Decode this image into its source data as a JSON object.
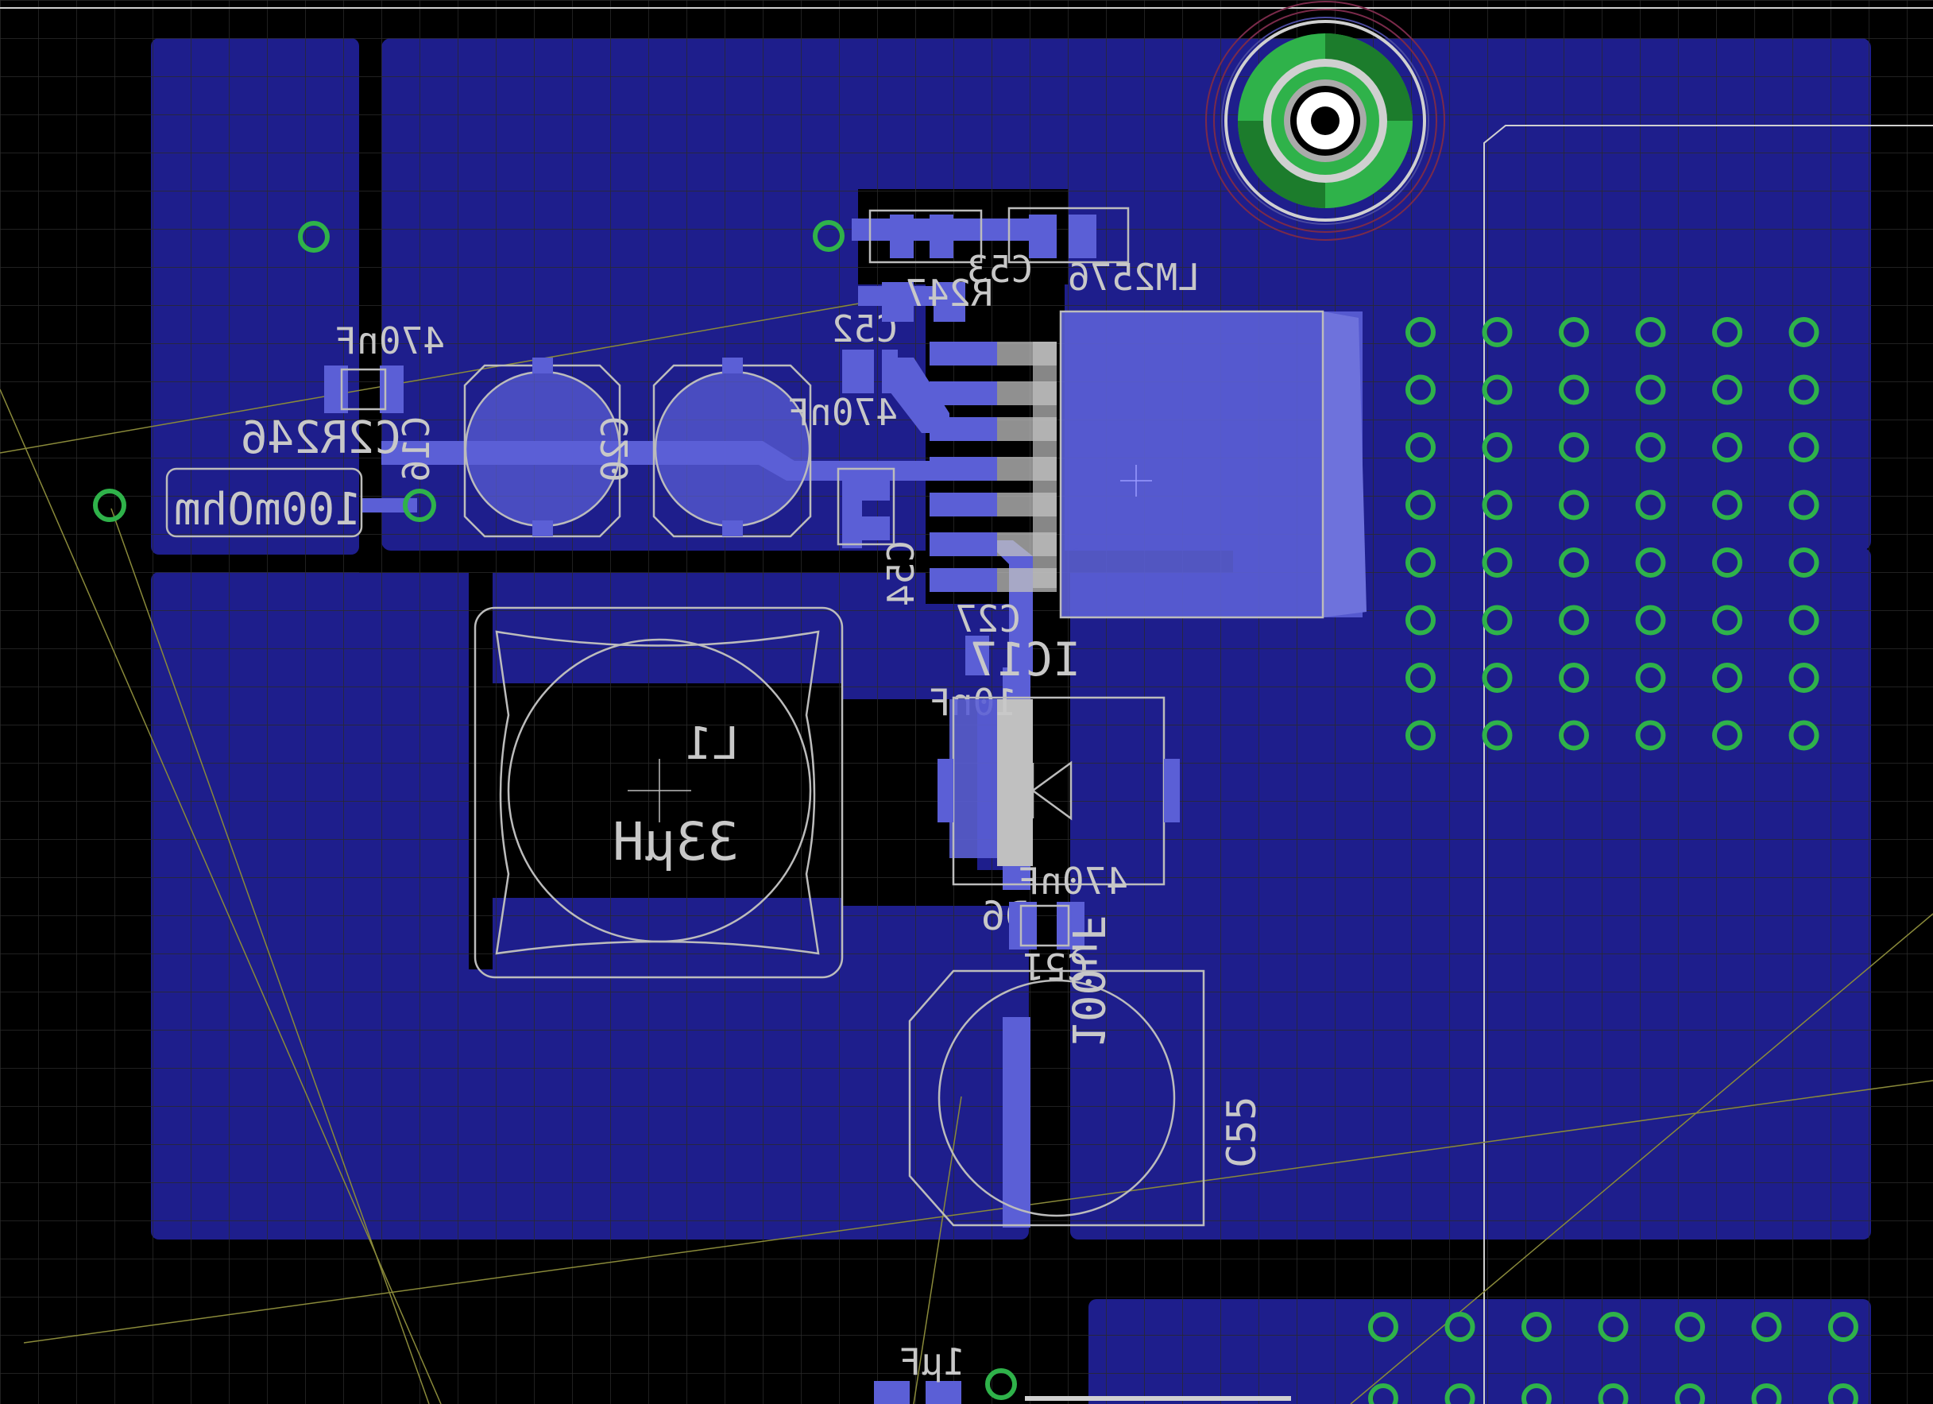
{
  "colors": {
    "background": "#000000",
    "grid": "#2a2a2a",
    "copper_pour": "#1e1e8c",
    "pad": "#5b5fd6",
    "silkscreen": "#c8c8c8",
    "via": "#2fb24a",
    "airwire": "#8a8a3a"
  },
  "labels": {
    "c_470nf_left": "470nF",
    "r246": "C2R246",
    "c16": "C16",
    "c20": "C20",
    "r100": "100mOhm",
    "c52": "C52",
    "r247": "R247",
    "c_470nf_mid": "470nF",
    "c53": "C53",
    "c54": "C54",
    "lm": "LM2576",
    "c27": "C27",
    "ic": "IC17",
    "c_10nf": "10nF",
    "l1": "L1",
    "l1_val": "33µH",
    "c_470nf_low": "470nF",
    "d6": "D6",
    "c51": "C51",
    "c_100uf": "100uF",
    "c55": "C55",
    "c_1uf": "1µF"
  }
}
